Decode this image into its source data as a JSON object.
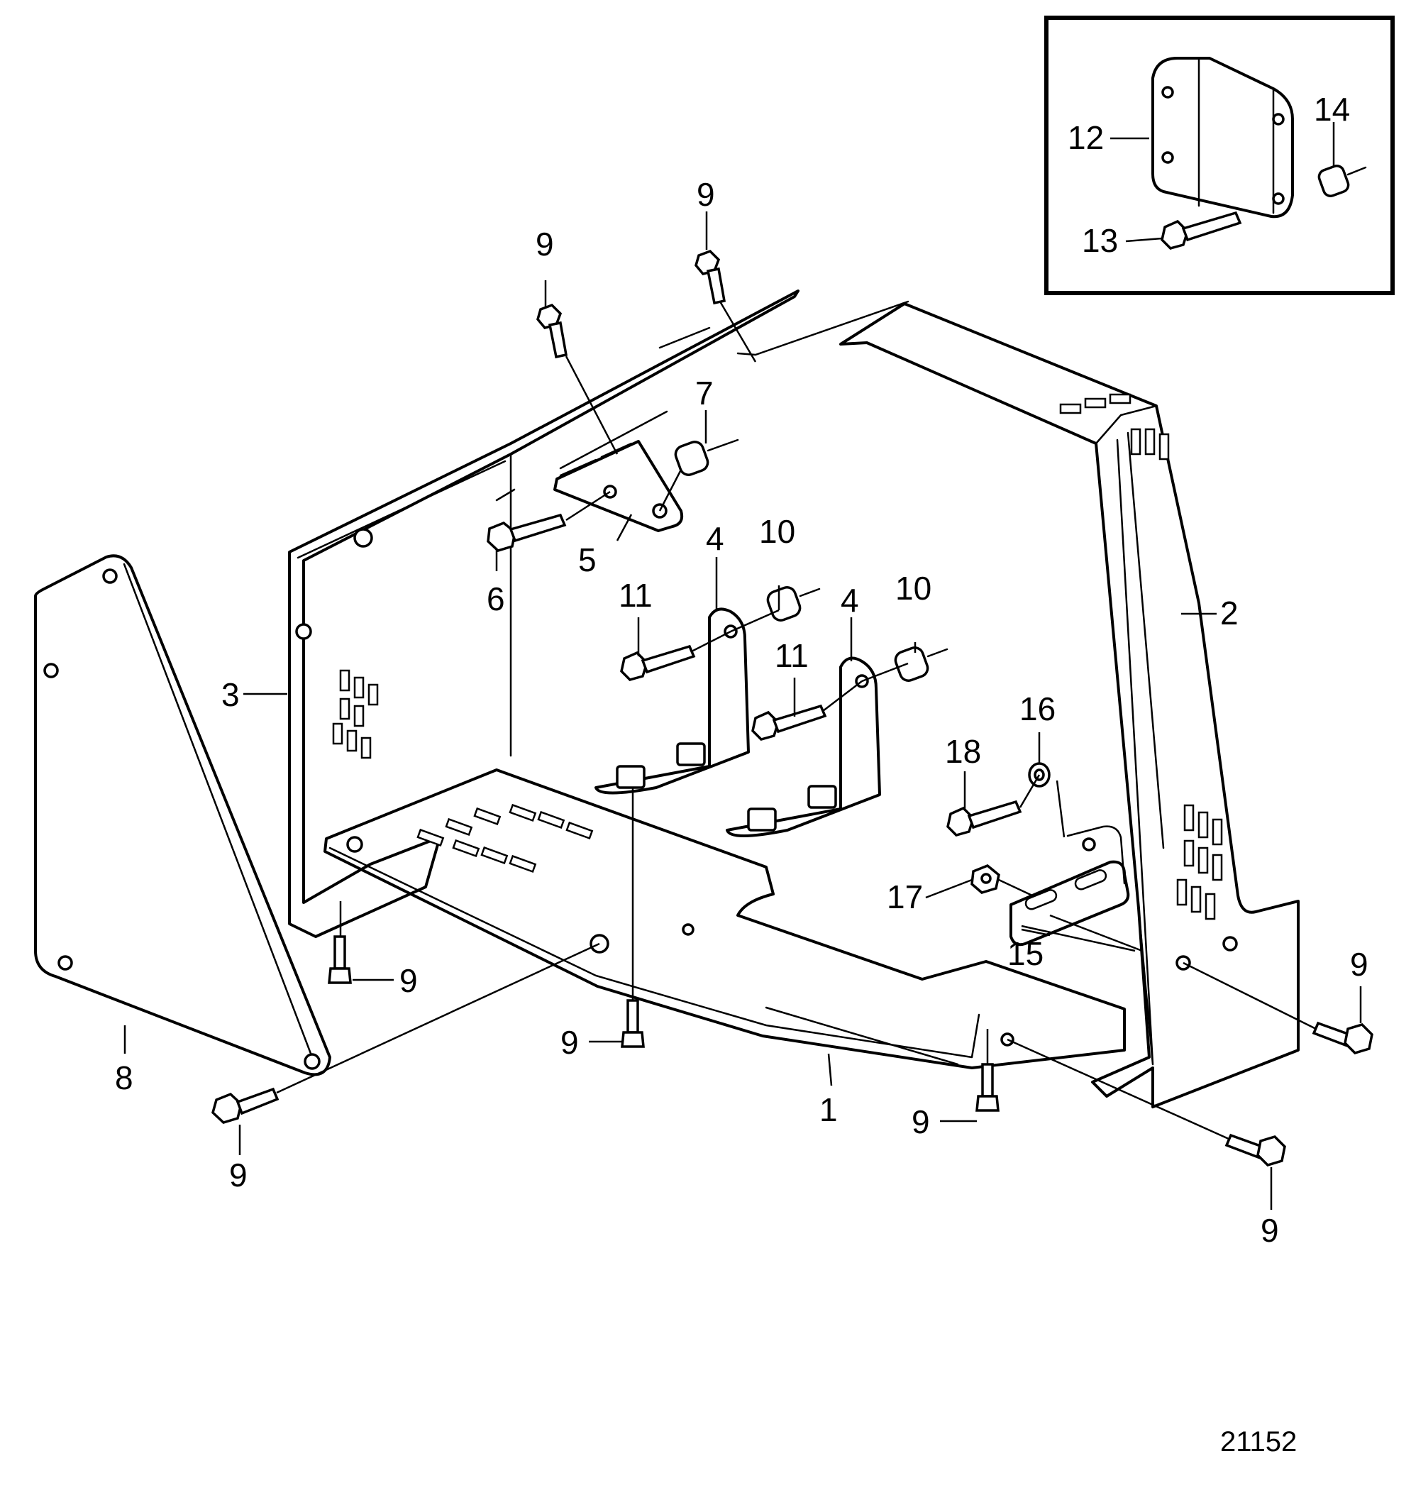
{
  "drawing_number": "21152",
  "callouts": {
    "c1": "1",
    "c2": "2",
    "c3": "3",
    "c4a": "4",
    "c4b": "4",
    "c5": "5",
    "c6": "6",
    "c7": "7",
    "c8": "8",
    "c9a": "9",
    "c9b": "9",
    "c9c": "9",
    "c9d": "9",
    "c9e": "9",
    "c9f": "9",
    "c9g": "9",
    "c9h": "9",
    "c10a": "10",
    "c10b": "10",
    "c11a": "11",
    "c11b": "11",
    "c12": "12",
    "c13": "13",
    "c14": "14",
    "c15": "15",
    "c16": "16",
    "c17": "17",
    "c18": "18"
  }
}
